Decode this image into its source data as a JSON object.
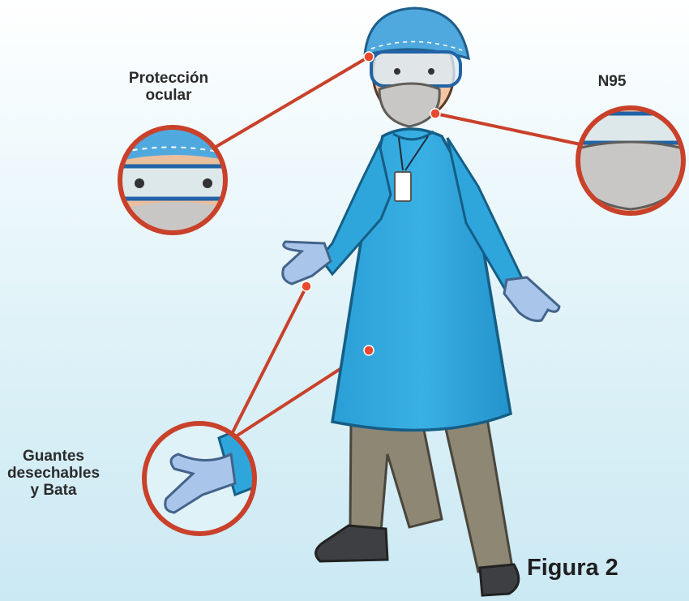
{
  "labels": {
    "eye_protection": "Protección\nocular",
    "n95": "N95",
    "gloves_gown": "Guantes\ndesechables\ny Bata"
  },
  "caption": "Figura 2",
  "colors": {
    "callout_line": "#c9412a",
    "gown_blue": "#2ea6dc",
    "glove_blue": "#a9c6ea",
    "cap_blue": "#4fa9de",
    "mask_gray": "#c9c7c5",
    "pants": "#8d8773",
    "shoes": "#3e3f43"
  }
}
